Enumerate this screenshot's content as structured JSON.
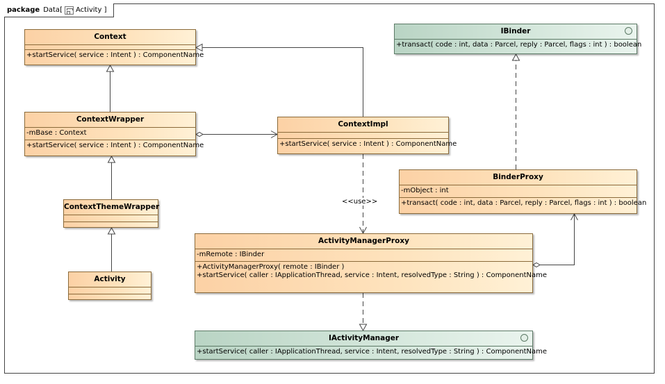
{
  "package": {
    "keyword": "package",
    "name": "Data",
    "diagram": "Activity"
  },
  "classes": {
    "context": {
      "name": "Context",
      "ops": [
        "+startService( service : Intent ) : ComponentName"
      ]
    },
    "context_wrapper": {
      "name": "ContextWrapper",
      "attrs": [
        "-mBase : Context"
      ],
      "ops": [
        "+startService( service : Intent ) : ComponentName"
      ]
    },
    "context_theme_wrapper": {
      "name": "ContextThemeWrapper"
    },
    "activity": {
      "name": "Activity"
    },
    "context_impl": {
      "name": "ContextImpl",
      "ops": [
        "+startService( service : Intent ) : ComponentName"
      ]
    },
    "ibinder": {
      "name": "IBinder",
      "ops": [
        "+transact( code : int, data : Parcel, reply : Parcel, flags : int ) : boolean"
      ]
    },
    "binder_proxy": {
      "name": "BinderProxy",
      "attrs": [
        "-mObject : int"
      ],
      "ops": [
        "+transact( code : int, data : Parcel, reply : Parcel, flags : int ) : boolean"
      ]
    },
    "activity_manager_proxy": {
      "name": "ActivityManagerProxy",
      "attrs": [
        "-mRemote : IBinder"
      ],
      "ops": [
        "+ActivityManagerProxy( remote : IBinder )",
        "+startService( caller : IApplicationThread, service : Intent, resolvedType : String ) : ComponentName"
      ]
    },
    "iactivity_manager": {
      "name": "IActivityManager",
      "ops": [
        "+startService( caller : IApplicationThread, service : Intent, resolvedType : String ) : ComponentName"
      ]
    }
  },
  "relations": {
    "use_label": "<<use>>"
  }
}
